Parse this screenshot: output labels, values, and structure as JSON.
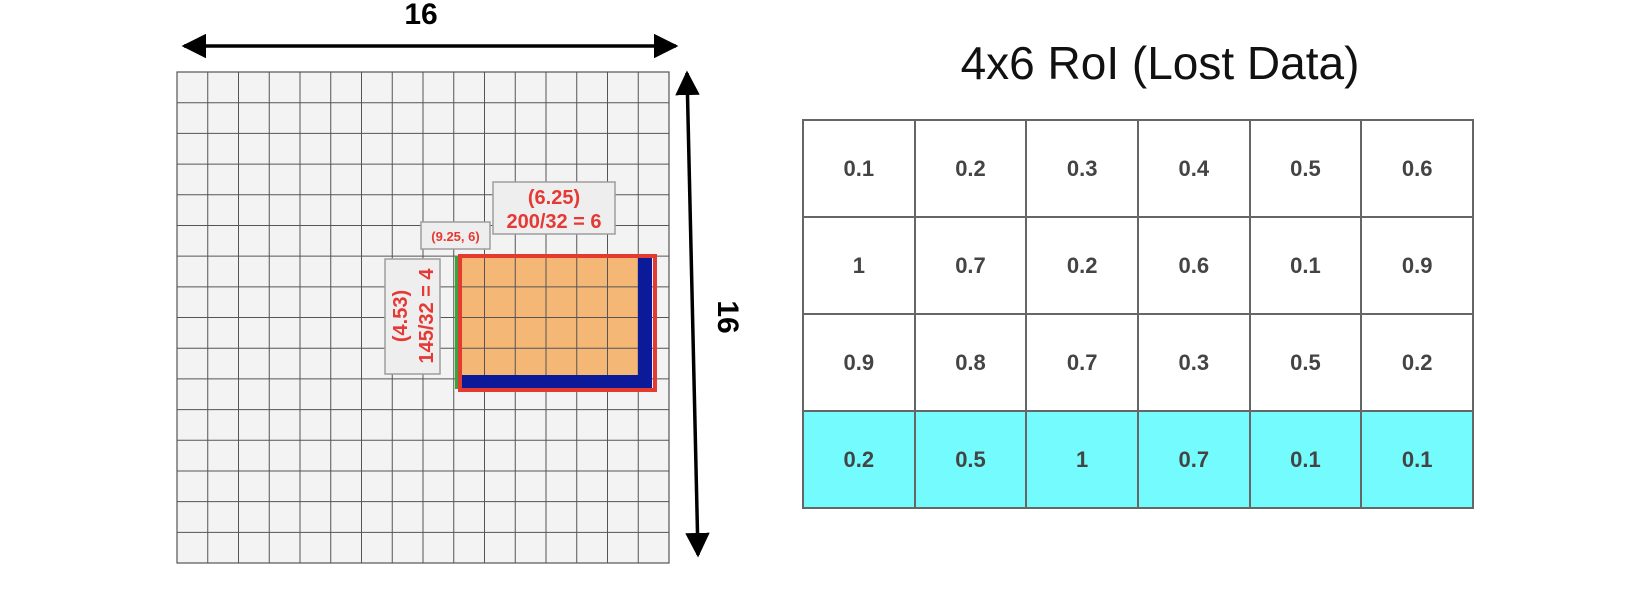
{
  "grid": {
    "size": 16,
    "top_dimension_label": "16",
    "right_dimension_label": "16"
  },
  "roi_mapping": {
    "origin_label": "(9.25, 6)",
    "width_label_line1": "(6.25)",
    "width_label_line2": "200/32 = 6",
    "height_label_line1": "(4.53)",
    "height_label_line2": "145/32 = 4"
  },
  "roi_table": {
    "title": "4x6 RoI (Lost Data)",
    "rows": [
      [
        "0.1",
        "0.2",
        "0.3",
        "0.4",
        "0.5",
        "0.6"
      ],
      [
        "1",
        "0.7",
        "0.2",
        "0.6",
        "0.1",
        "0.9"
      ],
      [
        "0.9",
        "0.8",
        "0.7",
        "0.3",
        "0.5",
        "0.2"
      ],
      [
        "0.2",
        "0.5",
        "1",
        "0.7",
        "0.1",
        "0.1"
      ]
    ],
    "lost_row_index": 3
  },
  "colors": {
    "roi_fill": "#f5b776",
    "roi_border": "#e43a2f",
    "lost_strip": "#0a1a99",
    "left_edge": "#3aa33a",
    "label_text": "#e53935",
    "lost_row": "#74fbfd",
    "grid_fill": "#f3f3f3",
    "grid_line": "#555555"
  }
}
